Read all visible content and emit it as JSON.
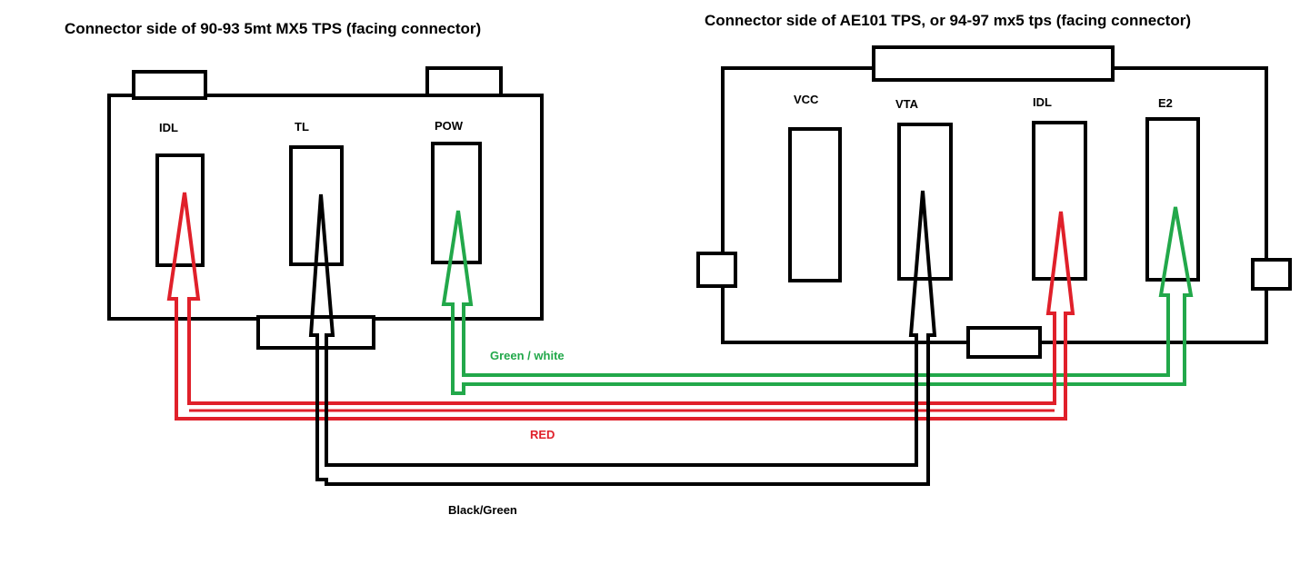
{
  "left_connector": {
    "title": "Connector side of 90-93 5mt MX5 TPS (facing connector)",
    "pins": [
      {
        "label": "IDL"
      },
      {
        "label": "TL"
      },
      {
        "label": "POW"
      }
    ]
  },
  "right_connector": {
    "title": "Connector side of AE101 TPS, or 94-97 mx5 tps (facing connector)",
    "pins": [
      {
        "label": "VCC"
      },
      {
        "label": "VTA"
      },
      {
        "label": "IDL"
      },
      {
        "label": "E2"
      }
    ]
  },
  "wires": [
    {
      "label": "Green / white",
      "color": "#22a84a",
      "from": "POW",
      "to": "E2"
    },
    {
      "label": "RED",
      "color": "#e0202a",
      "from": "IDL",
      "to": "IDL"
    },
    {
      "label": "Black/Green",
      "color": "#000000",
      "from": "TL",
      "to": "VTA"
    }
  ],
  "colors": {
    "outline": "#000000",
    "red": "#e0202a",
    "green": "#22a84a",
    "black": "#000000"
  }
}
